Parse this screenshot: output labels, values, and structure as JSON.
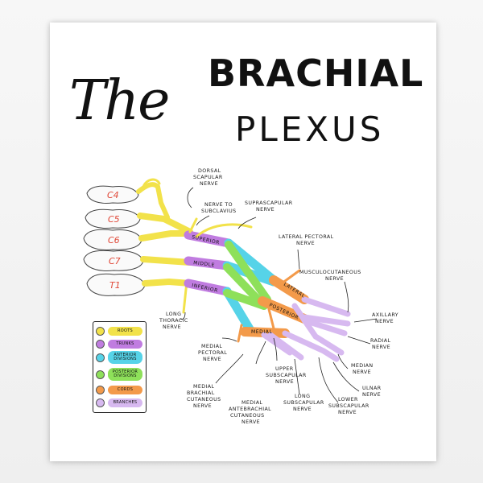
{
  "title": {
    "the": "The",
    "main": "BRACHIAL",
    "sub": "PLEXUS"
  },
  "vertebrae": [
    "C4",
    "C5",
    "C6",
    "C7",
    "T1"
  ],
  "trunks": [
    "SUPERIOR",
    "MIDDLE",
    "INFERIOR"
  ],
  "cords": [
    "LATERAL",
    "POSTERIOR",
    "MEDIAL"
  ],
  "nerve_labels": {
    "dorsal_scapular": [
      "DORSAL",
      "SCAPULAR",
      "NERVE"
    ],
    "nerve_to_subclavius": [
      "NERVE TO",
      "SUBCLAVIUS"
    ],
    "suprascapular": [
      "SUPRASCAPULAR",
      "NERVE"
    ],
    "lateral_pectoral": [
      "LATERAL PECTORAL",
      "NERVE"
    ],
    "musculocutaneous": [
      "MUSCULOCUTANEOUS",
      "NERVE"
    ],
    "axillary": [
      "AXILLARY",
      "NERVE"
    ],
    "radial": [
      "RADIAL",
      "NERVE"
    ],
    "median": [
      "MEDIAN",
      "NERVE"
    ],
    "ulnar": [
      "ULNAR",
      "NERVE"
    ],
    "lower_subscapular": [
      "LOWER",
      "SUBSCAPULAR",
      "NERVE"
    ],
    "long_subscapular": [
      "LONG",
      "SUBSCAPULAR",
      "NERVE"
    ],
    "upper_subscapular": [
      "UPPER",
      "SUBSCAPULAR",
      "NERVE"
    ],
    "medial_antebrachial": [
      "MEDIAL",
      "ANTEBRACHIAL",
      "CUTANEOUS",
      "NERVE"
    ],
    "medial_brachial": [
      "MEDIAL",
      "BRACHIAL",
      "CUTANEOUS",
      "NERVE"
    ],
    "medial_pectoral": [
      "MEDIAL",
      "PECTORAL",
      "NERVE"
    ],
    "long_thoracic": [
      "LONG",
      "THORACIC",
      "NERVE"
    ]
  },
  "legend": [
    {
      "label": "ROOTS",
      "color": "#f2e24a"
    },
    {
      "label": "TRUNKS",
      "color": "#c07ce0"
    },
    {
      "label": "ANTERIOR DIVISIONS",
      "color": "#56d3e8"
    },
    {
      "label": "POSTERIOR DIVISIONS",
      "color": "#8ee05a"
    },
    {
      "label": "CORDS",
      "color": "#f39a4a"
    },
    {
      "label": "BRANCHES",
      "color": "#d7b9f0"
    }
  ]
}
